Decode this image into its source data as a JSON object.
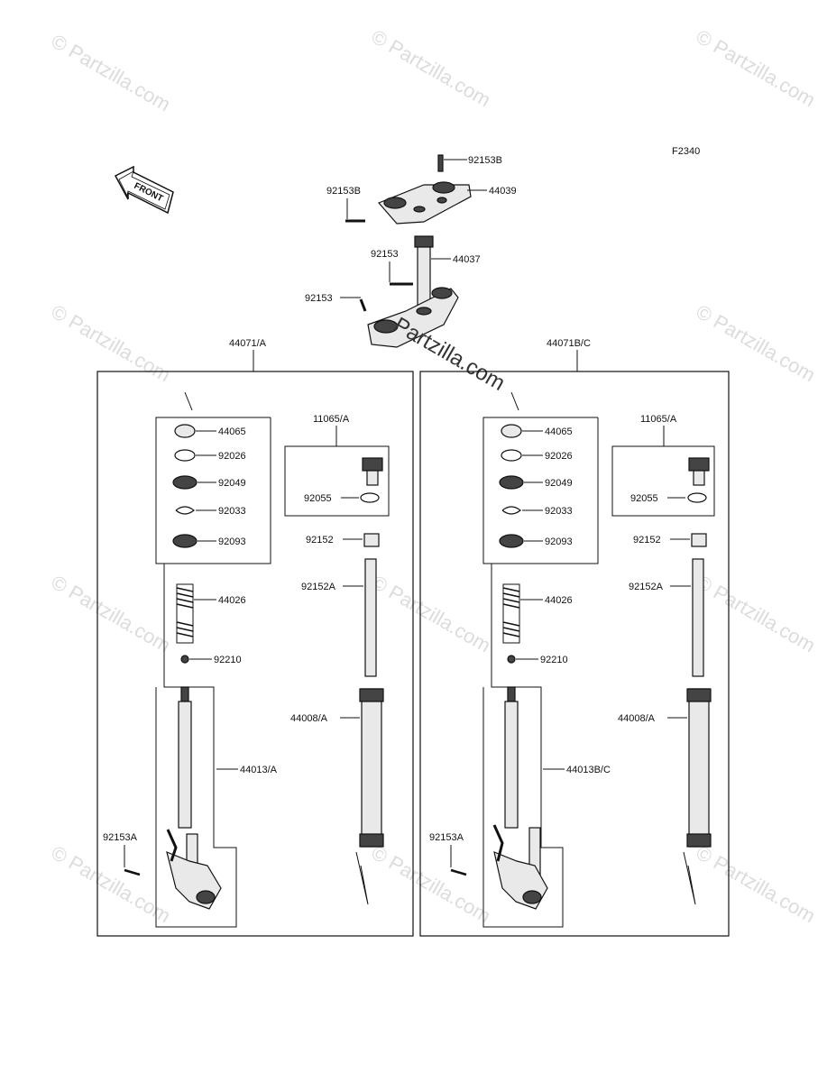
{
  "diagram_code": "F2340",
  "front_label": "FRONT",
  "watermark": "© Partzilla.com",
  "center_logo": "Partzilla.com",
  "upper": {
    "bolt_top": "92153B",
    "bolt_left": "92153B",
    "upper_bracket": "44039",
    "stem": "44037",
    "stem_bolt": "92153",
    "lower_bolt": "92153"
  },
  "left_box": {
    "title": "44071/A",
    "parts": [
      "44065",
      "92026",
      "92049",
      "92033",
      "92093",
      "44026",
      "92210"
    ],
    "inner_lower": "44013/A",
    "cap_assy": "11065/A",
    "oring": "92055",
    "collar": "92152",
    "pipe": "92152A",
    "outer_tube": "44008/A",
    "axle_bolt": "92153A"
  },
  "right_box": {
    "title": "44071B/C",
    "parts": [
      "44065",
      "92026",
      "92049",
      "92033",
      "92093",
      "44026",
      "92210"
    ],
    "inner_lower": "44013B/C",
    "cap_assy": "11065/A",
    "oring": "92055",
    "collar": "92152",
    "pipe": "92152A",
    "outer_tube": "44008/A",
    "axle_bolt": "92153A"
  }
}
